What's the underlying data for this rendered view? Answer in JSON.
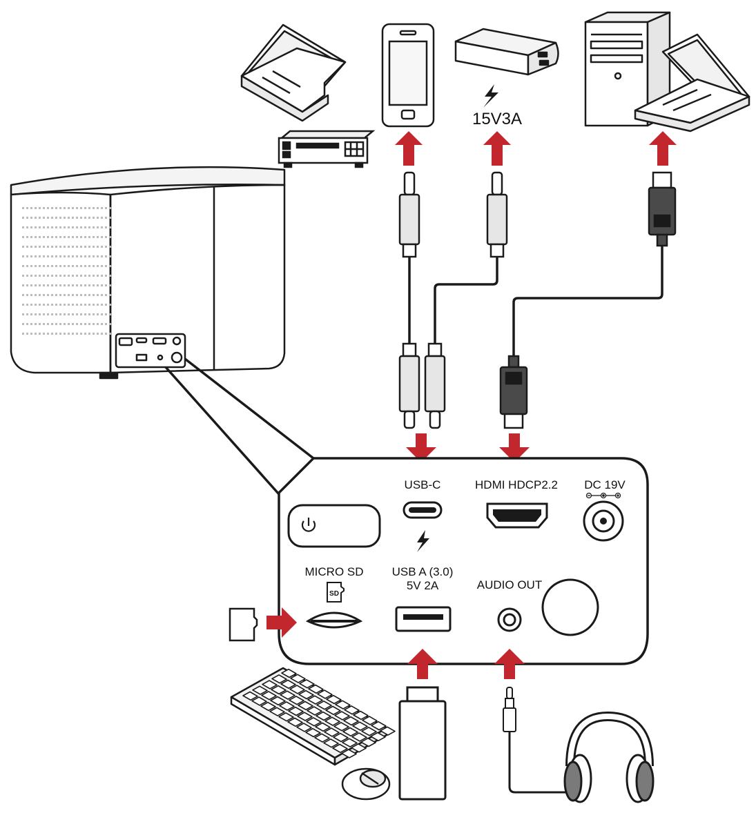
{
  "diagram": {
    "source_labels": {
      "power_bank_output": "15V3A"
    },
    "panel": {
      "usb_c": "USB-C",
      "hdmi": "HDMI HDCP2.2",
      "dc_in": "DC 19V",
      "micro_sd": "MICRO SD",
      "micro_sd_badge": "SD",
      "usb_a_line1": "USB A (3.0)",
      "usb_a_line2": "5V 2A",
      "audio_out": "AUDIO OUT"
    },
    "colors": {
      "arrow": "#c1272d",
      "outline": "#1a1a1a",
      "cable_light": "#e6e6e6",
      "cable_dark": "#4a4a4a"
    }
  }
}
